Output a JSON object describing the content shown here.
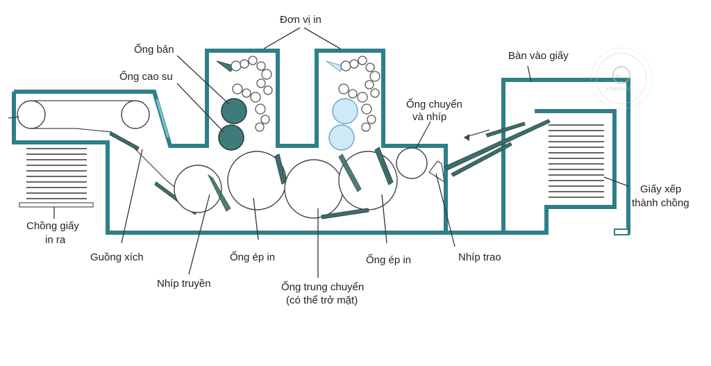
{
  "labels": {
    "don_vi_in": "Đơn vị in",
    "ong_ban": "Ống bản",
    "ong_cao_su": "Ống cao su",
    "ban_vao_giay": "Bàn vào giấy",
    "ong_chuyen_nhip_1": "Ống chuyển",
    "ong_chuyen_nhip_2": "và nhíp",
    "giay_xep_1": "Giấy xếp",
    "giay_xep_2": "thành chồng",
    "chong_giay_1": "Chồng giấy",
    "chong_giay_2": "in ra",
    "guong_xich": "Guồng xích",
    "nhip_truyen": "Nhíp truyền",
    "ong_ep_in_left": "Ống ép in",
    "ong_trung_chuyen_1": "Ống trung chuyển",
    "ong_trung_chuyen_2": "(có thể trở mặt)",
    "ong_ep_in_right": "Ống ép in",
    "nhip_trao": "Nhíp trao"
  },
  "watermark": {
    "logo_letter": "in",
    "text": "inhanhanh"
  },
  "colors": {
    "frame": "#2e7f87",
    "unit1_cylinders": "#3f7b78",
    "unit2_cylinders": "#cfe9f7"
  }
}
